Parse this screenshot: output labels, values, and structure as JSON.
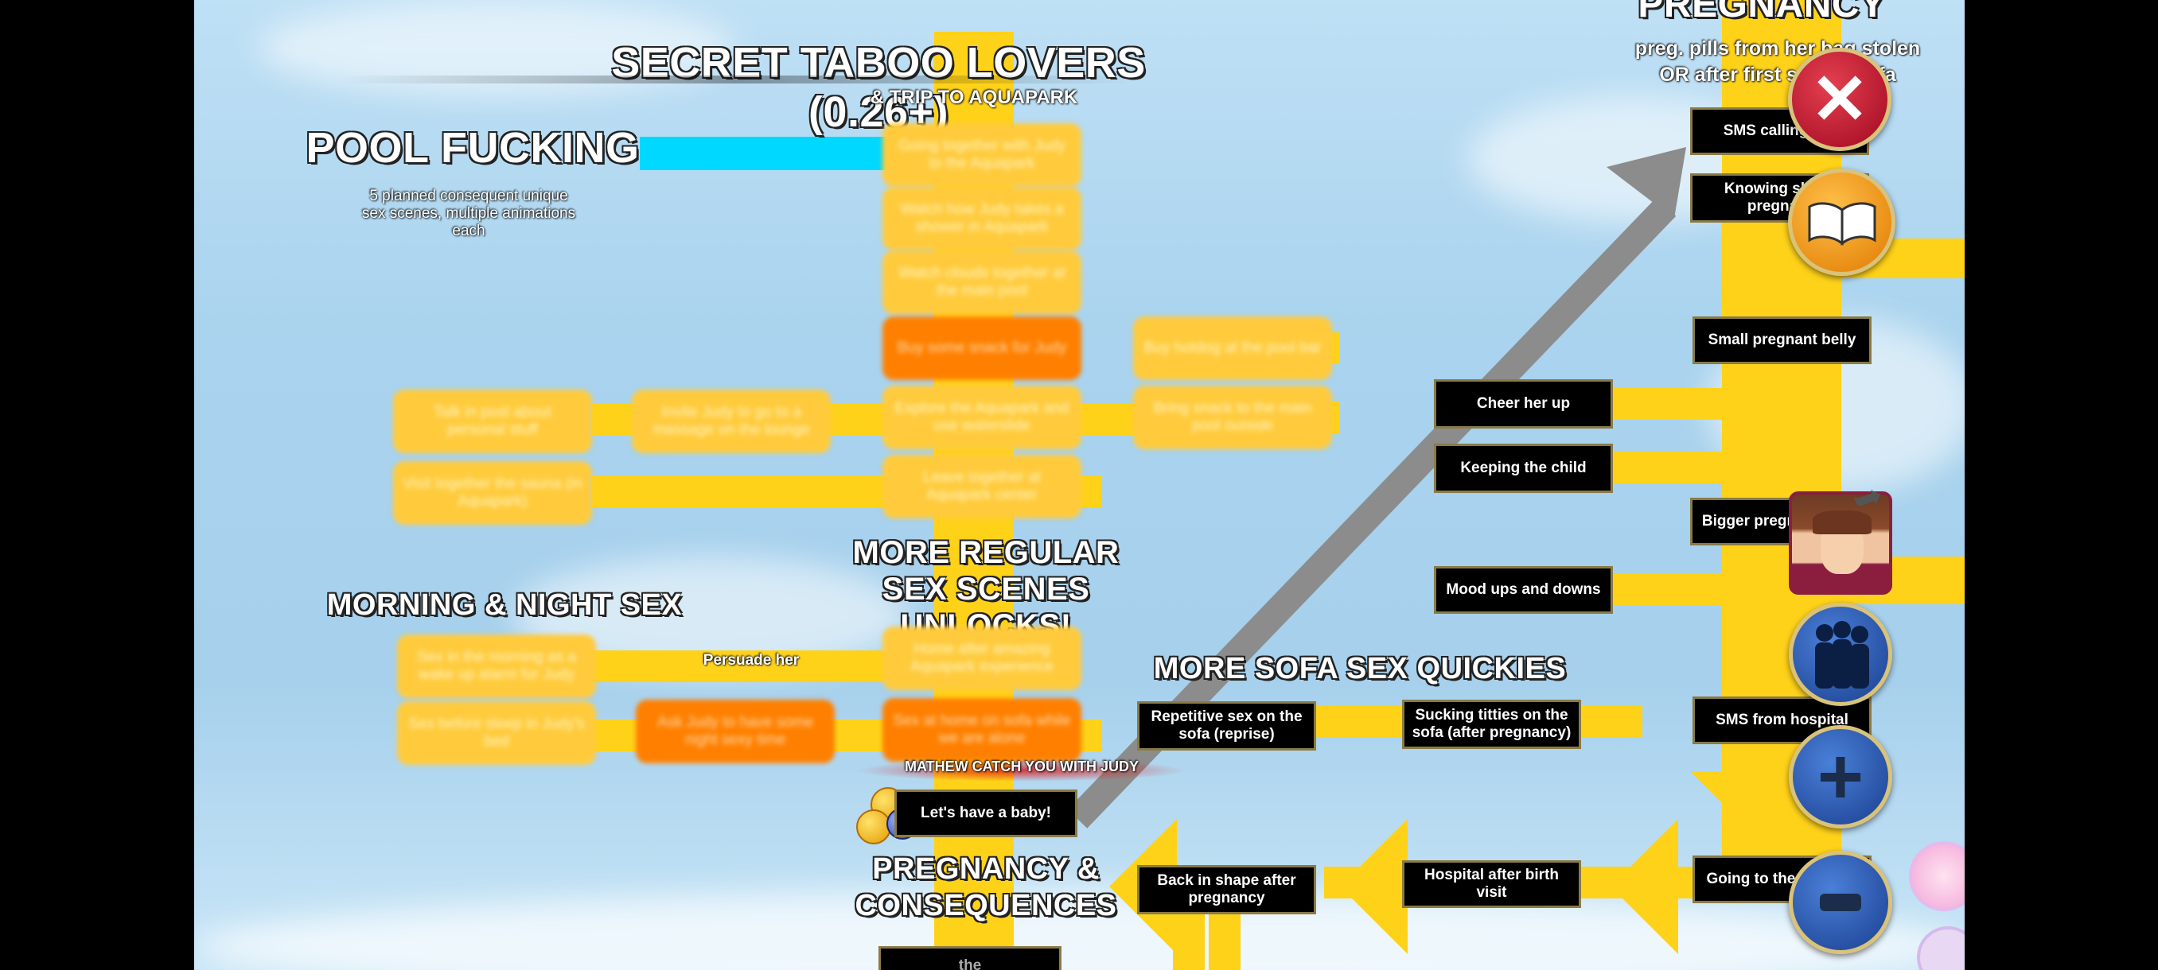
{
  "title": "SECRET TABOO LOVERS (0.26+)",
  "subtitle": "& TRIP TO AQUAPARK",
  "pool_section": {
    "title": "POOL FUCKING",
    "description": "5 planned consequent unique sex scenes, multiple animations each"
  },
  "aquapark_nodes": [
    "Going together with Judy to the Aquapark",
    "Watch how Judy takes a shower in Aquapark",
    "Watch clouds together at the main pool",
    "Buy some snack for Judy",
    "Explore the Aquapark and use waterslide",
    "Leave together at Aquapark center"
  ],
  "side_nodes": {
    "hotdog": "Buy hotdog at the pool bar",
    "bring_snack": "Bring snack to the main pool outside",
    "talk_pool": "Talk in pool about personal stuff",
    "invite_massage": "Invite Judy to go to a massage on the lounge",
    "visit_sauna": "Visit together the sauna (in Aquapark)"
  },
  "regular_section": {
    "title": "MORE REGULAR SEX SCENES UNLOCKS!",
    "home_after": "Home after amazing Aquapark experience",
    "sofa_sex": "Sex at home on sofa while we are alone"
  },
  "morning_section": {
    "title": "MORNING & NIGHT SEX",
    "morning": "Sex in the morning as a wake up alarm for Judy",
    "before_sleep": "Sex before sleep in Judy's bed",
    "persuade": "Persuade her",
    "ask_judy": "Ask Judy to have some night sexy time"
  },
  "mathew_label": "MATHEW CATCH YOU WITH JUDY",
  "baby_button": "Let's have a baby!",
  "consequences_title": "PREGNANCY & CONSEQUENCES",
  "bottom_partial": "the",
  "sofa_quickies": {
    "title": "MORE SOFA SEX QUICKIES",
    "repetitive": "Repetitive sex on the sofa (reprise)",
    "titties": "Sucking titties on the sofa (after pregnancy)"
  },
  "bottom_row": {
    "back_in_shape": "Back in shape after pregnancy",
    "hospital_visit": "Hospital after birth visit"
  },
  "pregnancy_section": {
    "title": "PREGNANCY",
    "condition": "preg. pills from her bag stolen OR after first sex on sofa",
    "sms_calling": "SMS calling her",
    "knowing": "Knowing she is pregnant",
    "small_belly": "Small pregnant belly",
    "cheer": "Cheer her up",
    "keeping": "Keeping the child",
    "bigger": "Bigger pregnant belly",
    "mood": "Mood ups and downs",
    "sms_hospital": "SMS from hospital",
    "going": "Going to the hospital"
  },
  "colors": {
    "path_yellow": "#ffd21a",
    "node_yellow": "#ffcb3d",
    "node_orange": "#ff8000",
    "close_red": "#c8102e",
    "book_orange": "#f39a1c",
    "blue_button": "#1d4ea8",
    "cyan_link": "#00d8ff"
  },
  "controls": {
    "close": "close-icon",
    "book": "book-icon",
    "portrait": "character-portrait",
    "group": "group-silhouette-icon",
    "zoom_in": "plus-icon",
    "zoom_out": "minus-icon"
  }
}
